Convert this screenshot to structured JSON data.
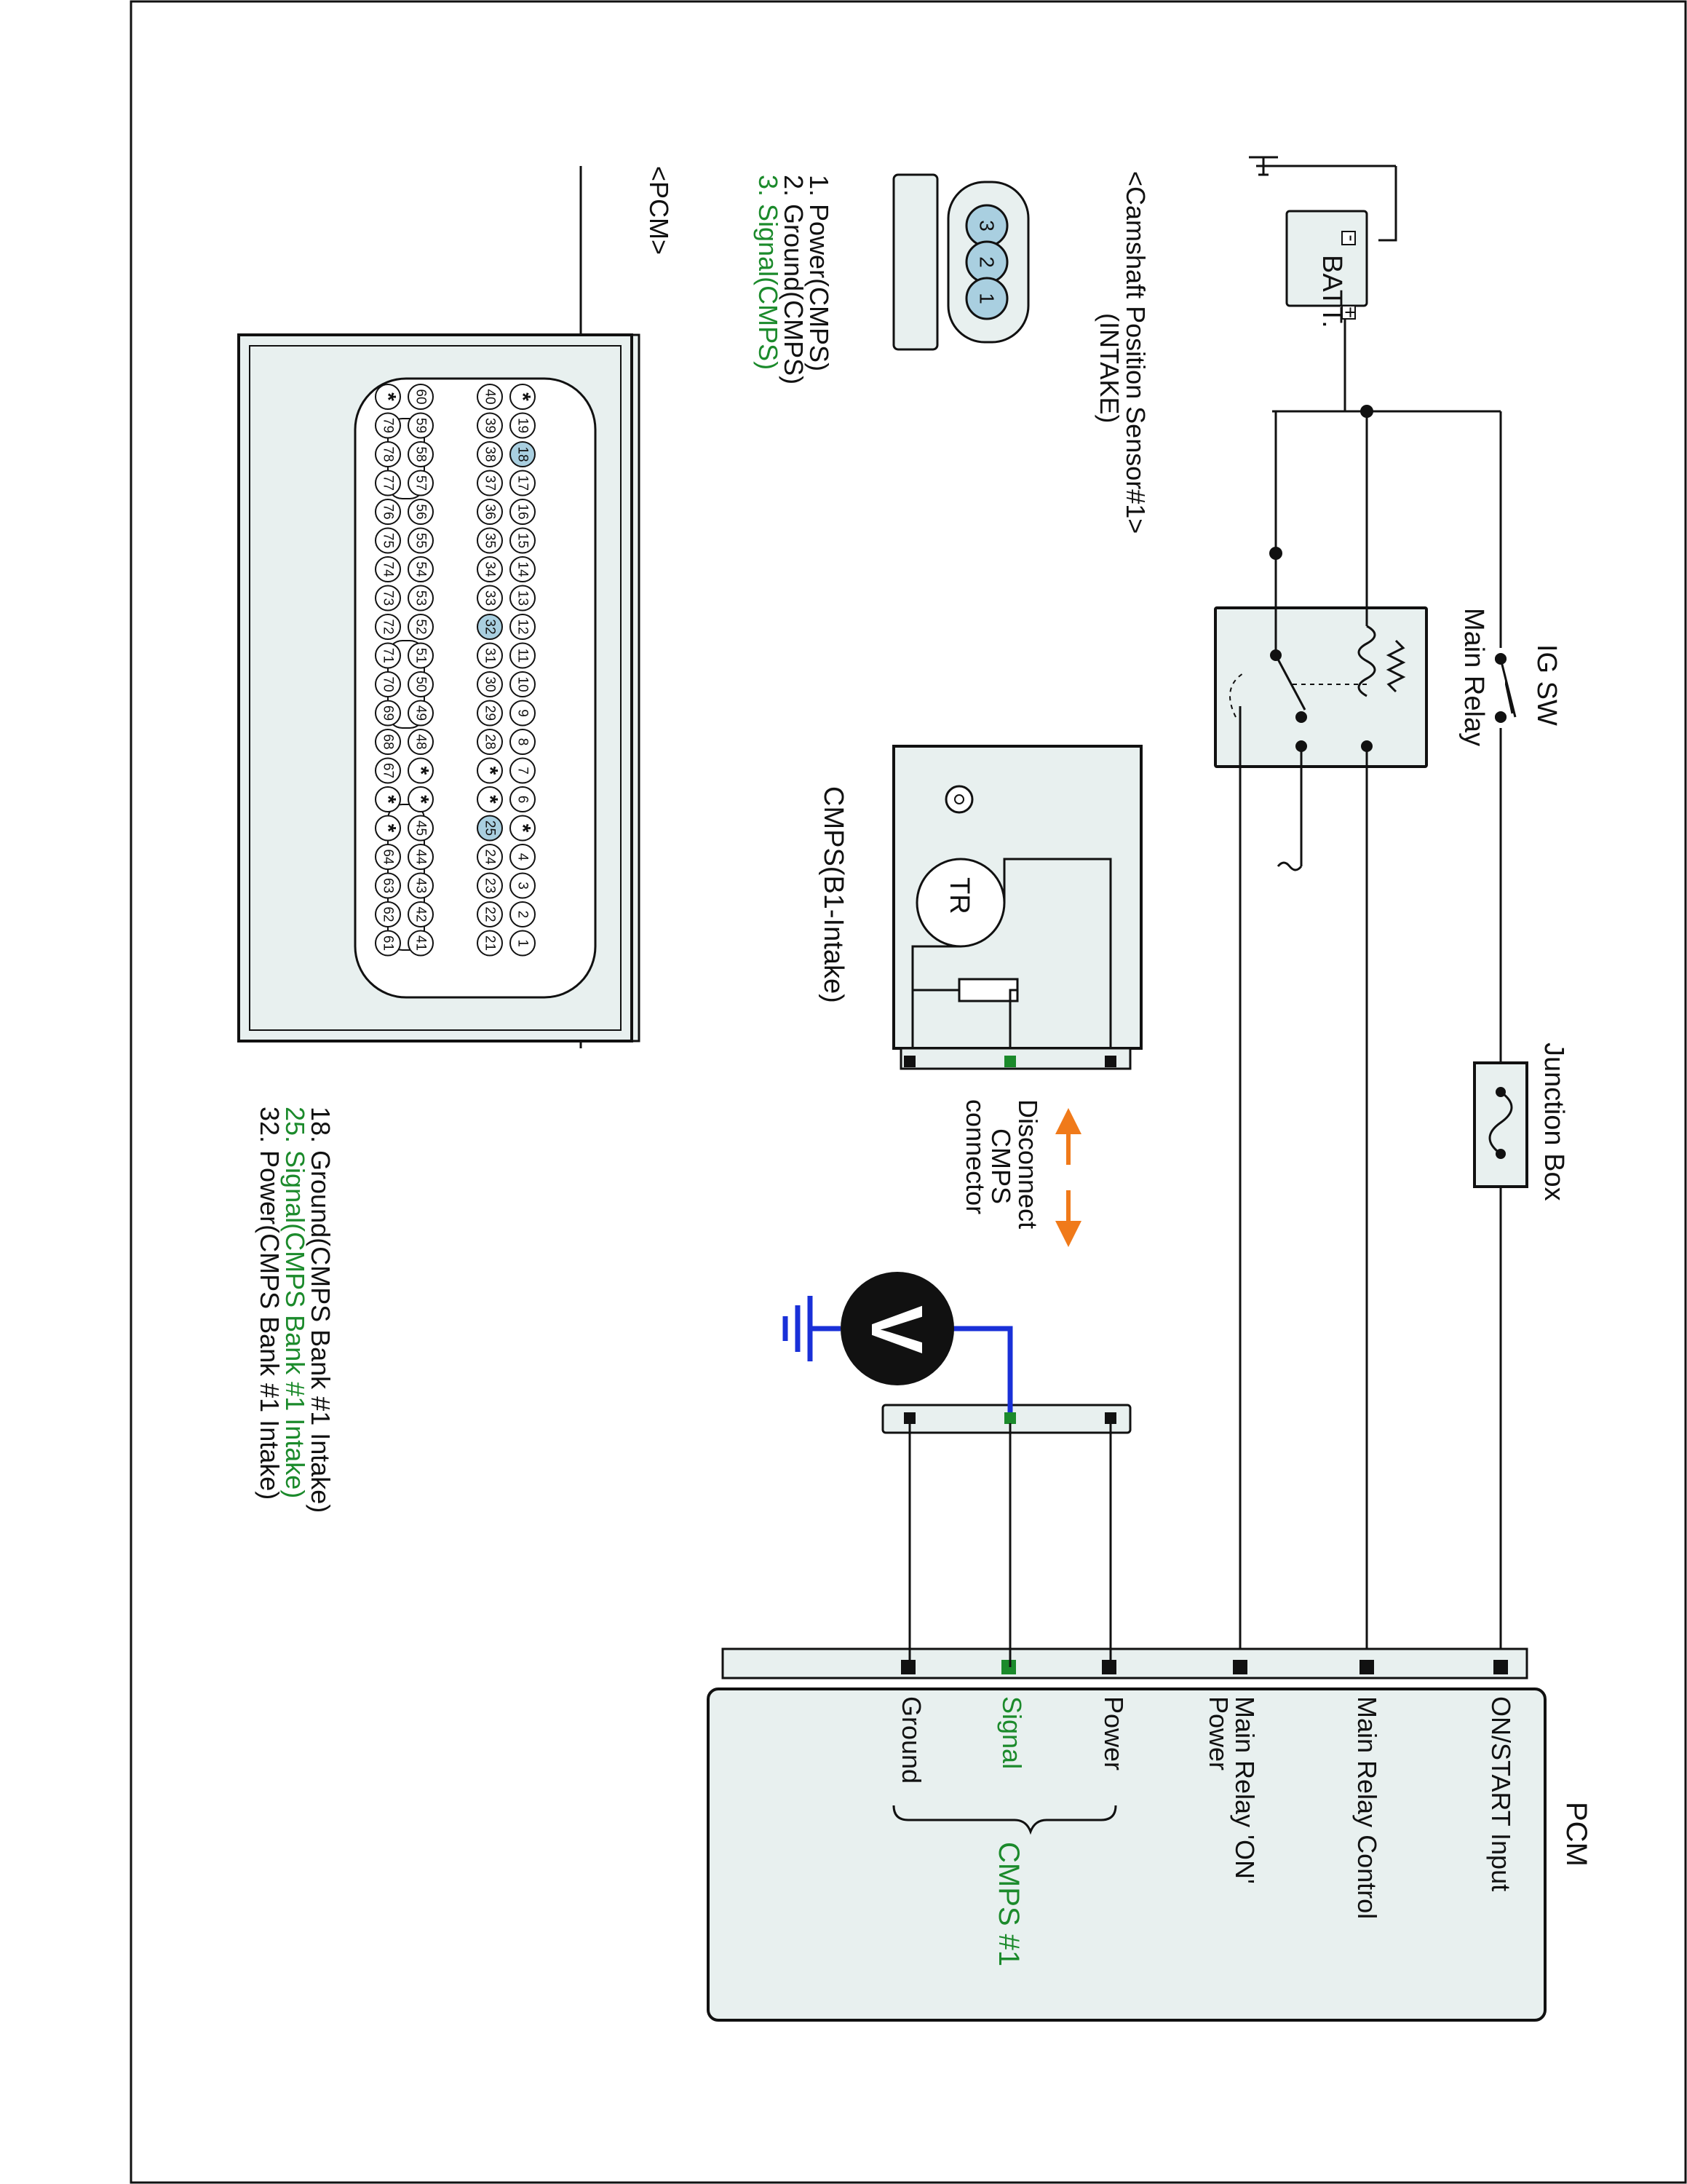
{
  "labels": {
    "ig_sw": "IG SW",
    "main_relay": "Main Relay",
    "batt": "BATT.",
    "batt_minus": "-",
    "batt_plus": "+",
    "junction_box": "Junction Box",
    "cmps_title_line1": "<Camshaft Position Sensor#1>",
    "cmps_title_line2": "(INTAKE)",
    "cmps_block": "CMPS(B1-Intake)",
    "tr": "TR",
    "disconnect_line1": "Disconnect",
    "disconnect_line2": "CMPS",
    "disconnect_line3": "connector",
    "voltmeter": "V",
    "pcm_box_title": "PCM",
    "pcm_connector_title": "<PCM>",
    "cmps_group": "CMPS #1"
  },
  "sensor_connector": {
    "pins": [
      "3",
      "2",
      "1"
    ],
    "legend": [
      {
        "text": "1. Power(CMPS)",
        "color": "#111111"
      },
      {
        "text": "2. Ground(CMPS)",
        "color": "#111111"
      },
      {
        "text": "3. Signal(CMPS)",
        "color": "#1b8a2b"
      }
    ]
  },
  "pcm_terminals": [
    "ON/START Input",
    "Main Relay Control",
    "Main Relay 'ON'",
    "Power",
    "Power",
    "Signal",
    "Ground"
  ],
  "pcm_connector": {
    "row1": [
      "*",
      "19",
      "18",
      "17",
      "16",
      "15",
      "14",
      "13",
      "12",
      "11",
      "10",
      "9",
      "8",
      "7",
      "6",
      "*",
      "4",
      "3",
      "2",
      "1"
    ],
    "row2": [
      "40",
      "39",
      "38",
      "37",
      "36",
      "35",
      "34",
      "33",
      "32",
      "31",
      "30",
      "29",
      "28",
      "*",
      "*",
      "25",
      "24",
      "23",
      "22",
      "21"
    ],
    "row3": [
      "60",
      "59",
      "58",
      "57",
      "56",
      "55",
      "54",
      "53",
      "52",
      "51",
      "50",
      "49",
      "48",
      "*",
      "*",
      "45",
      "44",
      "43",
      "42",
      "41"
    ],
    "row4": [
      "*",
      "79",
      "78",
      "77",
      "76",
      "75",
      "74",
      "73",
      "72",
      "71",
      "70",
      "69",
      "68",
      "67",
      "*",
      "*",
      "64",
      "63",
      "62",
      "61"
    ],
    "highlighted": [
      "18",
      "32",
      "25"
    ],
    "legend": [
      {
        "text": "18. Ground(CMPS Bank #1 Intake)",
        "color": "#111111"
      },
      {
        "text": "25. Signal(CMPS Bank #1 Intake)",
        "color": "#1b8a2b"
      },
      {
        "text": "32. Power(CMPS Bank #1 Intake)",
        "color": "#111111"
      }
    ]
  },
  "colors": {
    "green": "#1b8a2b",
    "orange": "#f07a1a",
    "blue": "#1930d8",
    "highlight_pin": "#a9cfe0",
    "box_fill": "#e8f0ef",
    "wire": "#111111"
  }
}
